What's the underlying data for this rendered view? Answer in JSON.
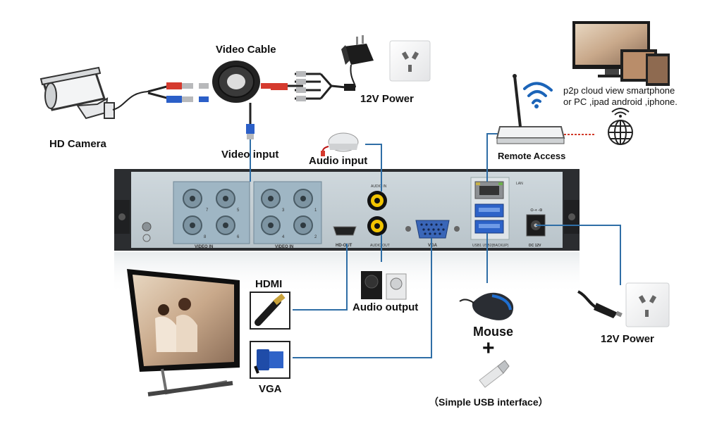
{
  "labels": {
    "video_cable": "Video Cable",
    "power_top": "12V Power",
    "hd_camera": "HD Camera",
    "video_input": "Video input",
    "audio_input": "Audio input",
    "remote_access": "Remote Access",
    "p2p_line1": "p2p cloud view smartphone",
    "p2p_line2": "or PC ,ipad android ,iphone.",
    "hdmi": "HDMI",
    "audio_output": "Audio output",
    "mouse": "Mouse",
    "plus": "+",
    "power_right": "12V Power",
    "vga": "VGA",
    "usb_interface": "（Simple USB interface）"
  },
  "panel": {
    "video_in_left": "VIDEO IN",
    "video_in_right": "VIDEO IN",
    "hd_out": "HD-OUT",
    "audio_in": "AUDIO IN",
    "audio_out": "AUDIO OUT",
    "vga_port": "VGA",
    "lan": "LAN",
    "usb_ports": "USB1   USB2(BACKUP)",
    "dc": "DC 12V",
    "bnc_numbers": [
      "7",
      "5",
      "3",
      "1",
      "8",
      "6",
      "4",
      "2"
    ]
  },
  "colors": {
    "connector_line": "#2f6ea6",
    "remote_dash": "#d23b2b",
    "panel": "#c9d3d8",
    "panel_frame": "#2b2d30"
  }
}
